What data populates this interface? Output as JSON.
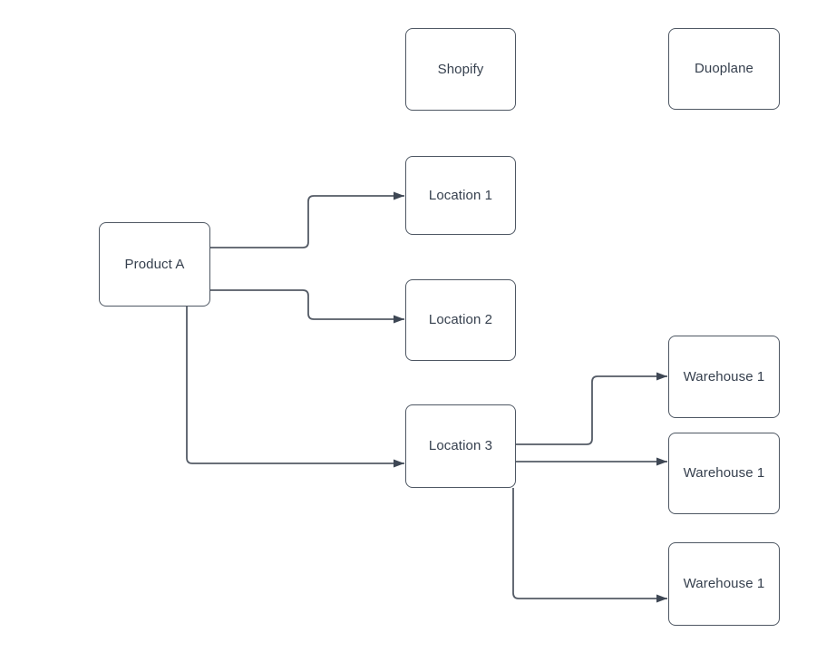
{
  "diagram": {
    "type": "flowchart",
    "colors": {
      "node_fill": "#ffffff",
      "node_border": "#4e5763",
      "connector": "#545b66",
      "arrow": "#3e4754",
      "text": "#36404e",
      "background": "#ffffff"
    },
    "nodes": [
      {
        "id": "shopify",
        "label": "Shopify"
      },
      {
        "id": "duoplane",
        "label": "Duoplane"
      },
      {
        "id": "product-a",
        "label": "Product A"
      },
      {
        "id": "location-1",
        "label": "Location 1"
      },
      {
        "id": "location-2",
        "label": "Location 2"
      },
      {
        "id": "location-3",
        "label": "Location 3"
      },
      {
        "id": "warehouse-1a",
        "label": "Warehouse 1"
      },
      {
        "id": "warehouse-1b",
        "label": "Warehouse 1"
      },
      {
        "id": "warehouse-1c",
        "label": "Warehouse 1"
      }
    ],
    "edges": [
      {
        "from": "product-a",
        "to": "location-1"
      },
      {
        "from": "product-a",
        "to": "location-2"
      },
      {
        "from": "product-a",
        "to": "location-3"
      },
      {
        "from": "location-3",
        "to": "warehouse-1a"
      },
      {
        "from": "location-3",
        "to": "warehouse-1b"
      },
      {
        "from": "location-3",
        "to": "warehouse-1c"
      }
    ]
  }
}
